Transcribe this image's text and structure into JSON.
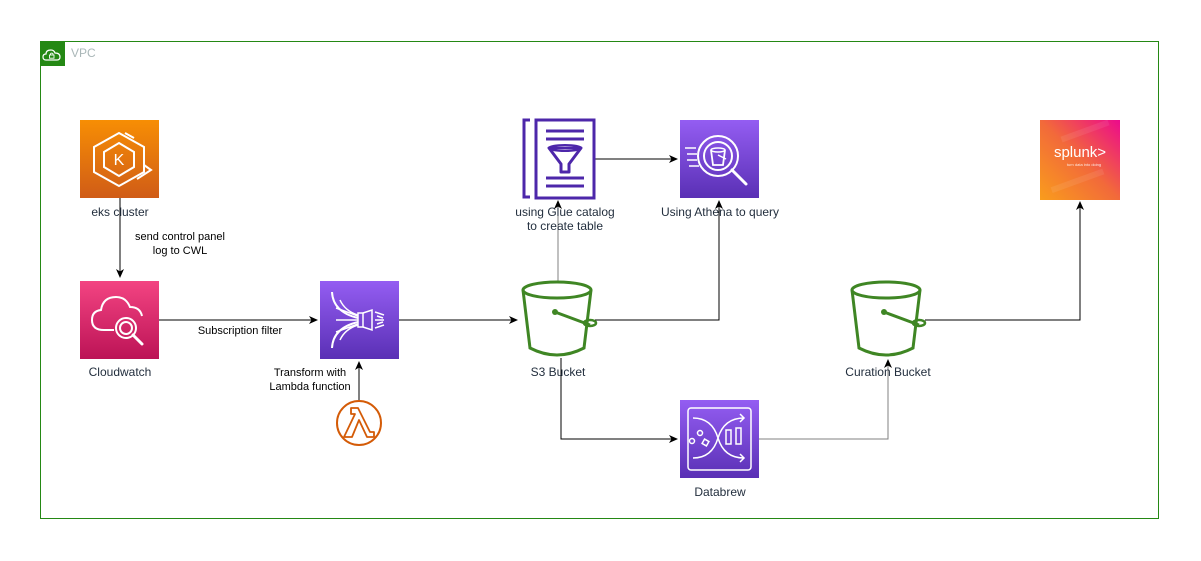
{
  "group": {
    "label": "VPC",
    "icon": "vpc-cloud-lock-icon",
    "border_color": "#248814"
  },
  "nodes": {
    "eks": {
      "label": "eks cluster",
      "icon": "eks-icon",
      "color_top": "#f78e04",
      "color_bottom": "#d05c17"
    },
    "cloudwatch": {
      "label": "Cloudwatch",
      "icon": "cloudwatch-icon",
      "color_top": "#f34482",
      "color_bottom": "#bc1356"
    },
    "firehose": {
      "label": "",
      "icon": "kinesis-firehose-icon",
      "color_top": "#945df2",
      "color_bottom": "#5a30b5"
    },
    "lambda": {
      "label": "",
      "icon": "lambda-icon",
      "color": "#d45b07"
    },
    "s3": {
      "label": "S3 Bucket",
      "icon": "s3-bucket-icon",
      "color": "#3f8624"
    },
    "glue": {
      "label_lines": [
        "using Glue catalog",
        "to create table"
      ],
      "icon": "glue-catalog-icon",
      "color": "#4d27aa"
    },
    "athena": {
      "label": "Using Athena to query",
      "icon": "athena-icon",
      "color_top": "#945df2",
      "color_bottom": "#5a30b5"
    },
    "databrew": {
      "label": "Databrew",
      "icon": "databrew-icon",
      "color_top": "#945df2",
      "color_bottom": "#5a30b5"
    },
    "curation": {
      "label": "Curation Bucket",
      "icon": "s3-bucket-icon",
      "color": "#3f8624"
    },
    "splunk": {
      "label": "",
      "logo_text": "splunk>",
      "tagline": "turn data into doing",
      "icon": "splunk-logo"
    }
  },
  "edges": {
    "eks_to_cw": {
      "label_lines": [
        "send control panel",
        "log to CWL"
      ]
    },
    "cw_to_firehose": {
      "label": "Subscription filter"
    },
    "lambda_to_firehose": {
      "label_lines": [
        "Transform with",
        "Lambda function"
      ]
    },
    "firehose_to_s3": {
      "label": ""
    },
    "s3_to_glue": {
      "label": ""
    },
    "glue_to_athena": {
      "label": ""
    },
    "s3_to_athena": {
      "label": ""
    },
    "s3_to_databrew": {
      "label": ""
    },
    "databrew_to_curation": {
      "label": ""
    },
    "curation_to_splunk": {
      "label": ""
    }
  }
}
